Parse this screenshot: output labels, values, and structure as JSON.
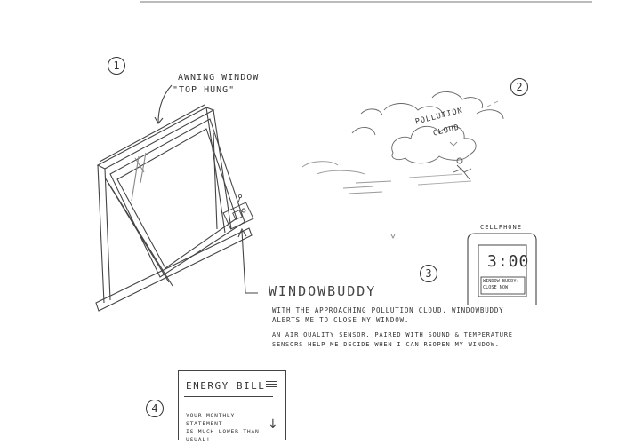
{
  "panels": {
    "p1": {
      "number": "1",
      "label_line1": "AWNING WINDOW",
      "label_line2": "\"TOP HUNG\""
    },
    "p2": {
      "number": "2",
      "cloud_label_line1": "POLLUTION",
      "cloud_label_line2": "CLOUD"
    },
    "p3": {
      "number": "3",
      "phone_label": "CELLPHONE",
      "phone_time": "3:00",
      "notification_line1": "WINDOW BUDDY:",
      "notification_line2": "CLOSE NOW"
    },
    "windowbuddy": {
      "title": "WINDOWBUDDY",
      "desc1_line1": "WITH THE APPROACHING POLLUTION CLOUD, WINDOWBUDDY",
      "desc1_line2": "ALERTS ME TO CLOSE MY WINDOW.",
      "desc2_line1": "AN AIR QUALITY SENSOR, PAIRED WITH SOUND & TEMPERATURE",
      "desc2_line2": "SENSORS HELP ME DECIDE WHEN I CAN REOPEN MY WINDOW."
    },
    "p4": {
      "number": "4",
      "bill_title": "ENERGY BILL",
      "bill_text_line1": "YOUR MONTHLY STATEMENT",
      "bill_text_line2": "IS MUCH LOWER THAN",
      "bill_text_line3": "USUAL!"
    }
  }
}
